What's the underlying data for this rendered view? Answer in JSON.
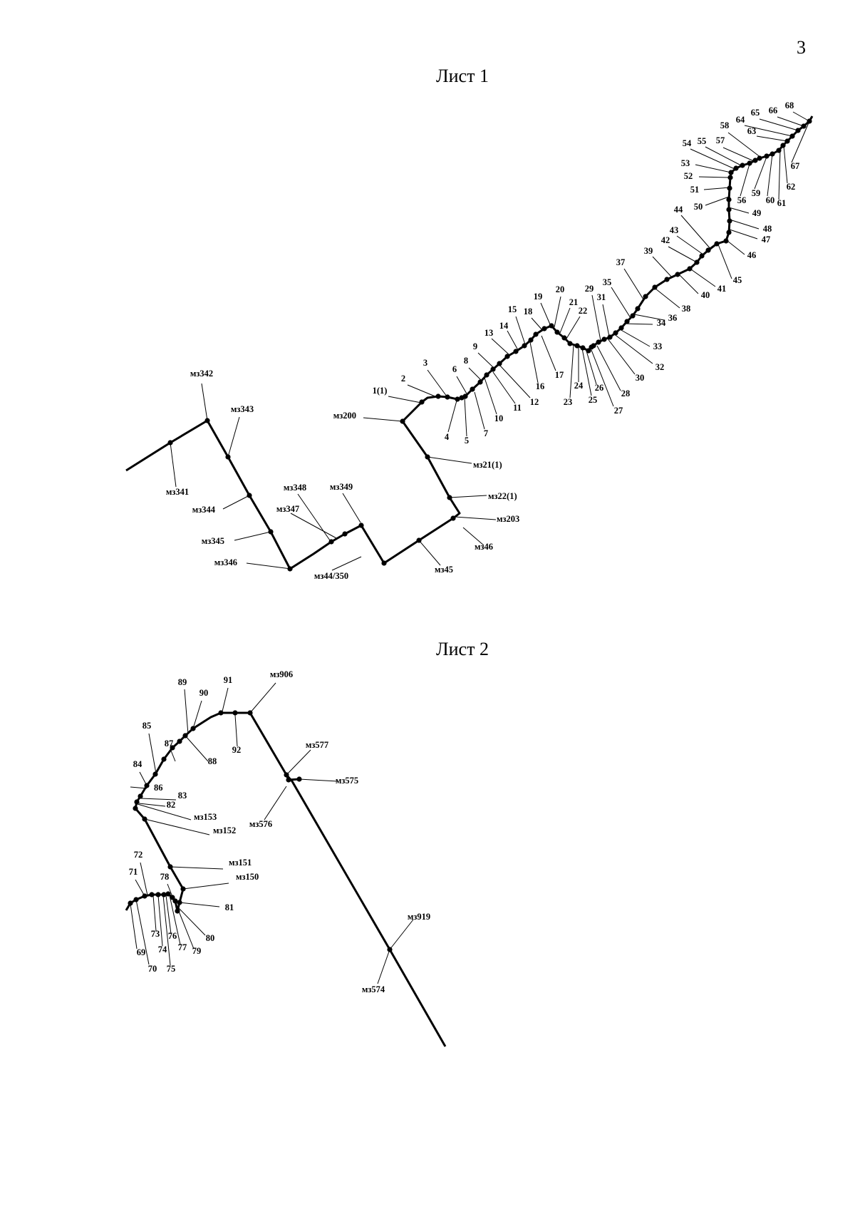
{
  "page_number": "3",
  "sheet1": {
    "title": "Лист 1",
    "labels": [
      "1(1)",
      "2",
      "3",
      "4",
      "5",
      "6",
      "7",
      "8",
      "9",
      "10",
      "11",
      "12",
      "13",
      "14",
      "15",
      "16",
      "17",
      "18",
      "19",
      "20",
      "21",
      "22",
      "23",
      "24",
      "25",
      "26",
      "27",
      "28",
      "29",
      "30",
      "31",
      "32",
      "33",
      "34",
      "35",
      "36",
      "37",
      "38",
      "39",
      "40",
      "41",
      "42",
      "43",
      "44",
      "45",
      "46",
      "47",
      "48",
      "49",
      "50",
      "51",
      "52",
      "53",
      "54",
      "55",
      "56",
      "57",
      "58",
      "59",
      "60",
      "61",
      "62",
      "63",
      "64",
      "65",
      "66",
      "67",
      "68",
      "мз200",
      "мз21(1)",
      "мз22(1)",
      "мз203",
      "мз46",
      "мз45",
      "мз44/350",
      "мз349",
      "мз348",
      "мз347",
      "мз346",
      "мз345",
      "мз344",
      "мз343",
      "мз342",
      "мз341"
    ]
  },
  "sheet2": {
    "title": "Лист 2",
    "labels": [
      "69",
      "70",
      "71",
      "72",
      "73",
      "74",
      "75",
      "76",
      "77",
      "78",
      "79",
      "80",
      "81",
      "82",
      "83",
      "84",
      "85",
      "86",
      "87",
      "88",
      "89",
      "90",
      "91",
      "92",
      "мз906",
      "мз577",
      "мз575",
      "мз576",
      "мз919",
      "мз574",
      "мз150",
      "мз151",
      "мз152",
      "мз153"
    ]
  }
}
